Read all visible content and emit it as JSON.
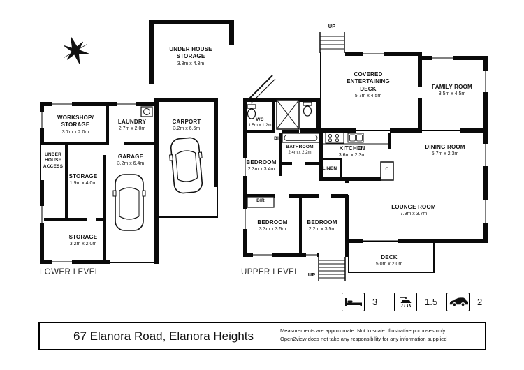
{
  "levels": {
    "lower_label": "LOWER LEVEL",
    "upper_label": "UPPER LEVEL"
  },
  "stairs": {
    "up_top": "UP",
    "up_bottom": "UP"
  },
  "rooms": {
    "under_house_storage": {
      "name": "UNDER HOUSE STORAGE",
      "dims": "3.8m x 4.3m"
    },
    "workshop": {
      "name": "WORKSHOP/ STORAGE",
      "dims": "3.7m x 2.0m"
    },
    "laundry": {
      "name": "LAUNDRY",
      "dims": "2.7m x 2.0m"
    },
    "carport": {
      "name": "CARPORT",
      "dims": "3.2m x 6.6m"
    },
    "under_house_access": {
      "name": "UNDER HOUSE ACCESS"
    },
    "garage": {
      "name": "GARAGE",
      "dims": "3.2m x 6.4m"
    },
    "storage_a": {
      "name": "STORAGE",
      "dims": "1.9m x 4.0m"
    },
    "storage_b": {
      "name": "STORAGE",
      "dims": "3.2m x 2.0m"
    },
    "covered_deck": {
      "name": "COVERED ENTERTAINING DECK",
      "dims": "5.7m x 4.5m"
    },
    "family_room": {
      "name": "FAMILY ROOM",
      "dims": "3.5m x 4.5m"
    },
    "wc": {
      "name": "WC",
      "dims": "1.5m x 1.2m"
    },
    "bir_1": {
      "name": "BIR"
    },
    "bathroom": {
      "name": "BATHROOM",
      "dims": "2.4m x 2.2m"
    },
    "kitchen": {
      "name": "KITCHEN",
      "dims": "3.6m x 2.3m"
    },
    "dining_room": {
      "name": "DINING ROOM",
      "dims": "5.7m x 2.3m"
    },
    "bedroom_1": {
      "name": "BEDROOM",
      "dims": "2.3m x 3.4m"
    },
    "linen": {
      "name": "LINEN"
    },
    "cupboard": {
      "name": "C"
    },
    "bir_2": {
      "name": "BIR"
    },
    "bedroom_2": {
      "name": "BEDROOM",
      "dims": "3.3m x 3.5m"
    },
    "bedroom_3": {
      "name": "BEDROOM",
      "dims": "2.2m x 3.5m"
    },
    "lounge_room": {
      "name": "LOUNGE ROOM",
      "dims": "7.9m x 3.7m"
    },
    "deck": {
      "name": "DECK",
      "dims": "5.0m x 2.0m"
    }
  },
  "legend": {
    "bedrooms": {
      "icon": "bed-icon",
      "value": "3"
    },
    "bathrooms": {
      "icon": "shower-icon",
      "value": "1.5"
    },
    "car_spaces": {
      "icon": "car-icon",
      "value": "2"
    }
  },
  "footer": {
    "address": "67 Elanora Road, Elanora Heights",
    "disclaimer_line1": "Measurements are approximate. Not to scale. Illustrative purposes only",
    "disclaimer_line2": "Open2view does not take any responsibility for any information supplied"
  }
}
